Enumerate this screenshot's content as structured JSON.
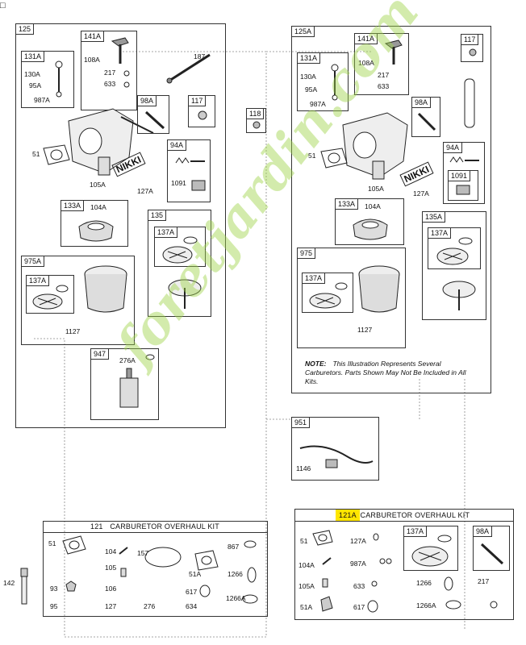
{
  "corner_marker": "□",
  "left": {
    "assembly": "125",
    "boxes": {
      "b131a": "131A",
      "b141a": "141A",
      "b98a": "98A",
      "b117": "117",
      "b94a": "94A",
      "b133a": "133A",
      "b135": "135",
      "b137a_r": "137A",
      "b975a": "975A",
      "b137a_l": "137A",
      "b947": "947"
    },
    "parts": {
      "p130a": "130A",
      "p95a": "95A",
      "p987a": "987A",
      "p108a": "108A",
      "p217": "217",
      "p633": "633",
      "p187": "187",
      "p51": "51",
      "p105a": "105A",
      "p127a": "127A",
      "p1091": "1091",
      "p104a": "104A",
      "p1127": "1127",
      "p276a": "276A"
    },
    "nikki": "NIKKI"
  },
  "mid": {
    "p118": "118",
    "p142": "142"
  },
  "right": {
    "assembly": "125A",
    "boxes": {
      "b131a": "131A",
      "b141a": "141A",
      "b98a": "98A",
      "b117": "117",
      "b94a": "94A",
      "b1091": "1091",
      "b133a": "133A",
      "b135a": "135A",
      "b137a_r": "137A",
      "b975": "975",
      "b137a_l": "137A",
      "b951": "951"
    },
    "parts": {
      "p130a": "130A",
      "p95a": "95A",
      "p987a": "987A",
      "p108a": "108A",
      "p217": "217",
      "p633": "633",
      "p51": "51",
      "p105a": "105A",
      "p127a": "127A",
      "p104a": "104A",
      "p1127": "1127",
      "p1146": "1146"
    },
    "nikki": "NIKKI",
    "note_label": "NOTE:",
    "note_text": "This Illustration Represents Several Carburetors. Parts Shown May Not Be Included in All Kits."
  },
  "kit_left": {
    "number": "121",
    "title": "CARBURETOR OVERHAUL KIT",
    "parts": {
      "p51": "51",
      "p104": "104",
      "p105": "105",
      "p93": "93",
      "p95": "95",
      "p106": "106",
      "p127": "127",
      "p276": "276",
      "p157": "157",
      "p51a": "51A",
      "p617": "617",
      "p634": "634",
      "p867": "867",
      "p1266": "1266",
      "p1266a": "1266A"
    }
  },
  "kit_right": {
    "number": "121A",
    "title": "CARBURETOR OVERHAUL KIT",
    "parts": {
      "p51": "51",
      "p104a": "104A",
      "p105a": "105A",
      "p51a": "51A",
      "p127a": "127A",
      "p987a": "987A",
      "p633": "633",
      "p617": "617",
      "p1266": "1266",
      "p1266a": "1266A",
      "p217": "217"
    },
    "boxes": {
      "b137a": "137A",
      "b98a": "98A"
    }
  },
  "watermark": "foretjardin.com",
  "colors": {
    "highlight": "#ffe600",
    "watermark_green": "#9fd44a",
    "watermark_orange": "#f5a623",
    "line": "#333333"
  }
}
